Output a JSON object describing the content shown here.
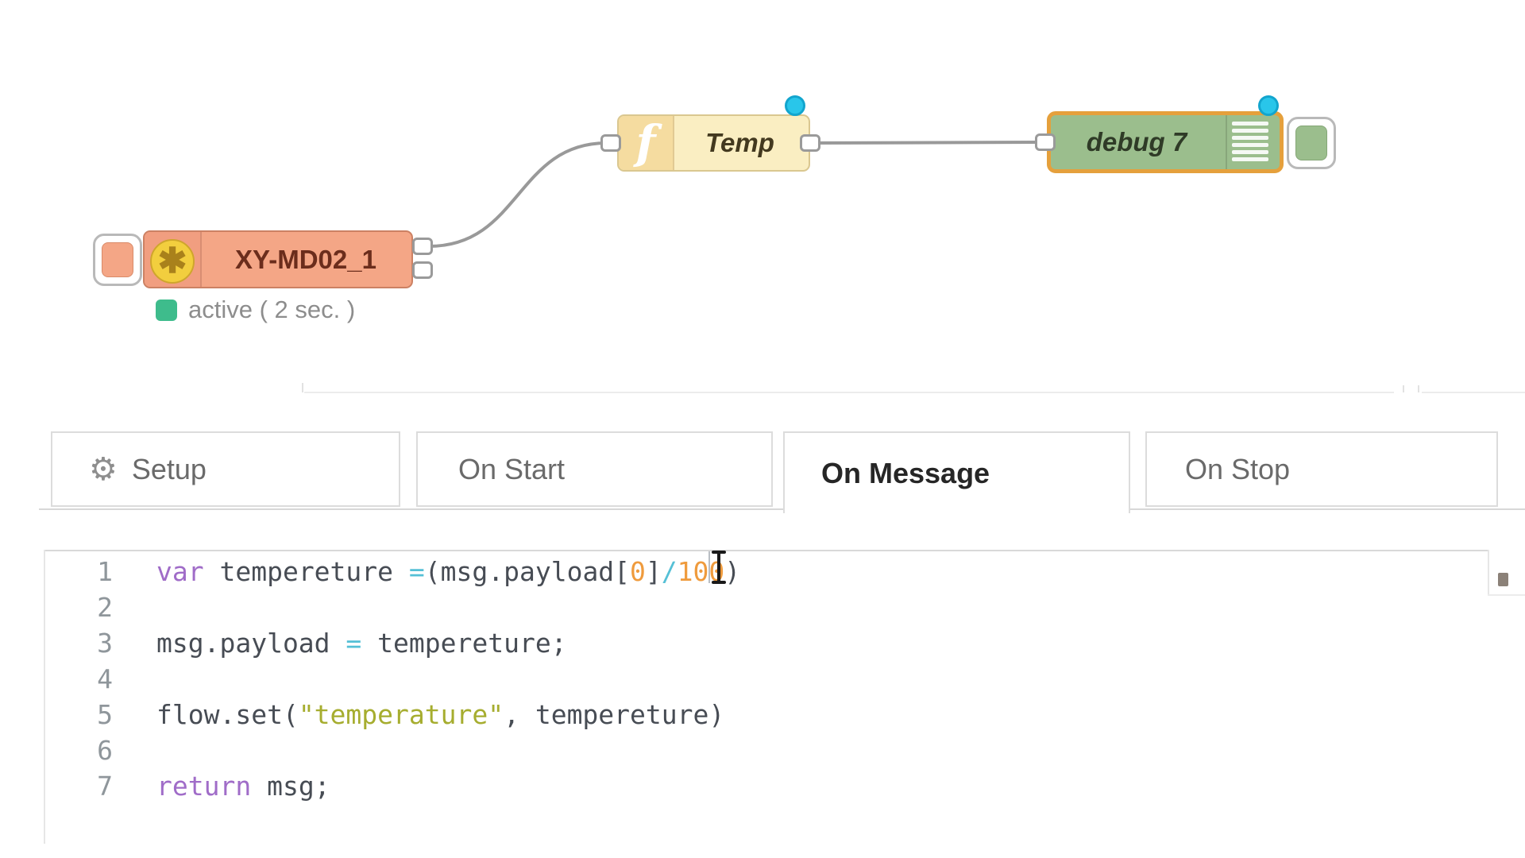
{
  "flow": {
    "xy_node": {
      "label": "XY-MD02_1",
      "icon": "asterisk-flower-icon",
      "icon_glyph": "✱",
      "color": "#f4a686",
      "status_text": "active ( 2 sec. )",
      "status_color": "#3ebc8c"
    },
    "function_node": {
      "label": "Temp",
      "icon": "function-f-icon",
      "icon_glyph": "f",
      "color": "#faeec2",
      "changed_marker_color": "#29c6ea"
    },
    "debug_node": {
      "label": "debug 7",
      "icon": "debug-list-icon",
      "color": "#9bbe8d",
      "selected_border_color": "#e5a03c",
      "changed_marker_color": "#29c6ea"
    },
    "wire_color": "#999999"
  },
  "tabs": [
    {
      "label": "Setup",
      "icon": "gear-icon",
      "icon_glyph": "⚙",
      "active": false
    },
    {
      "label": "On Start",
      "active": false
    },
    {
      "label": "On Message",
      "active": true
    },
    {
      "label": "On Stop",
      "active": false
    }
  ],
  "editor": {
    "lines": [
      {
        "num": "1",
        "tokens": [
          {
            "t": "var",
            "c": "kw"
          },
          {
            "t": " tempereture ",
            "c": "tx"
          },
          {
            "t": "=",
            "c": "op"
          },
          {
            "t": "(msg.payload[",
            "c": "tx"
          },
          {
            "t": "0",
            "c": "num"
          },
          {
            "t": "]",
            "c": "tx"
          },
          {
            "t": "/",
            "c": "op"
          },
          {
            "t": "100",
            "c": "num"
          },
          {
            "t": ")",
            "c": "tx"
          }
        ]
      },
      {
        "num": "2",
        "tokens": []
      },
      {
        "num": "3",
        "tokens": [
          {
            "t": "msg.payload ",
            "c": "tx"
          },
          {
            "t": "=",
            "c": "op"
          },
          {
            "t": " tempereture;",
            "c": "tx"
          }
        ]
      },
      {
        "num": "4",
        "tokens": []
      },
      {
        "num": "5",
        "tokens": [
          {
            "t": "flow.set(",
            "c": "tx"
          },
          {
            "t": "\"temperature\"",
            "c": "str"
          },
          {
            "t": ", tempereture)",
            "c": "tx"
          }
        ]
      },
      {
        "num": "6",
        "tokens": []
      },
      {
        "num": "7",
        "tokens": [
          {
            "t": "return",
            "c": "kw"
          },
          {
            "t": " msg;",
            "c": "tx"
          }
        ]
      }
    ],
    "token_colors": {
      "keyword": "#a06cc8",
      "text": "#474c54",
      "operator": "#55c0d6",
      "number": "#ef9b3d",
      "string": "#a6ad2f",
      "line_number": "#8f969b"
    }
  }
}
